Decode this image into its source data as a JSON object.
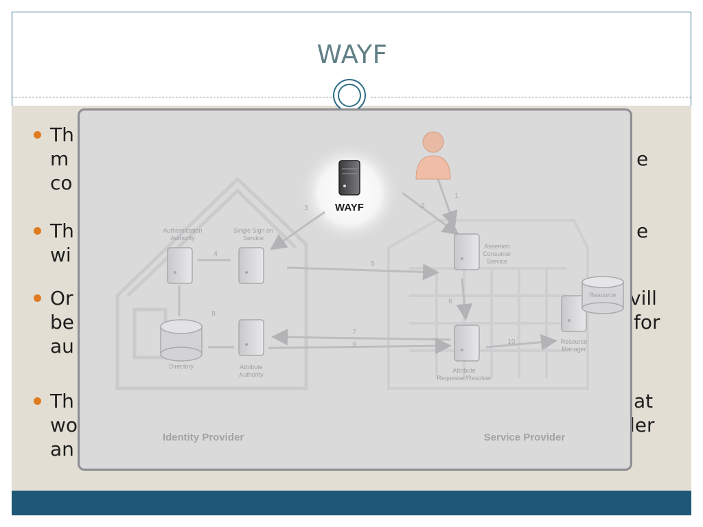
{
  "slide": {
    "title": "WAYF",
    "bullets": [
      {
        "lines": [
          "Th",
          "m",
          "co"
        ],
        "right": [
          "",
          "e",
          ""
        ]
      },
      {
        "lines": [
          "Th",
          "wi"
        ],
        "right": [
          "e",
          ""
        ]
      },
      {
        "lines": [
          "Or",
          "be",
          "au"
        ],
        "right": [
          "vill",
          "for",
          ""
        ]
      },
      {
        "lines": [
          "Th",
          "wo",
          "an"
        ],
        "right": [
          "at",
          "der",
          ""
        ]
      }
    ]
  },
  "diagram": {
    "wayf_label": "WAYF",
    "nodes": {
      "authentication_authority": [
        "Authentication",
        "Authority"
      ],
      "single_sign_on": [
        "Single Sign on",
        "Service"
      ],
      "directory": "Directory",
      "attribute_authority": [
        "Attribute",
        "Authority"
      ],
      "assertion_consumer": [
        "Assertion",
        "Consumer",
        "Service"
      ],
      "attribute_requester": [
        "Attribute",
        "Requester/Resolver"
      ],
      "resource_manager": [
        "Resource",
        "Manager"
      ],
      "resource": "Resource"
    },
    "edges": {
      "e1": "1",
      "e2": "2",
      "e3": "3",
      "e4": "4",
      "e5": "5",
      "e6": "6",
      "e7": "7",
      "e8": "8",
      "e9": "9",
      "e10": "10"
    },
    "identity_provider_label": "Identity Provider",
    "service_provider_label": "Service Provider"
  },
  "colors": {
    "title": "#607f86",
    "bullet_dot": "#e07b22",
    "footer": "#1f5876",
    "slide_bg": "#e2ded3"
  }
}
